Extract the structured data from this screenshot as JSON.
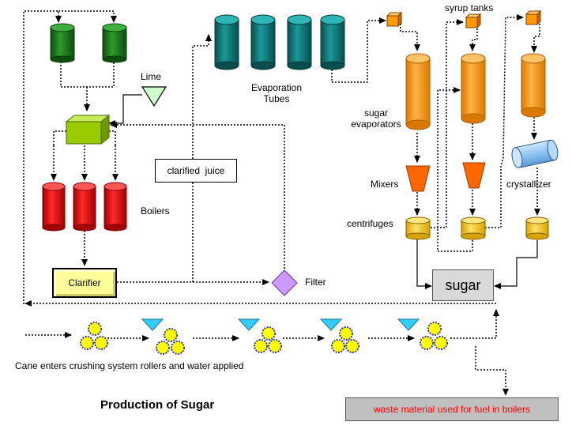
{
  "labels": {
    "lime": "Lime",
    "evaporation_line1": "Evaporation",
    "evaporation_line2": "Tubes",
    "syrup_tanks": "syrup tanks",
    "sugar_evap_line1": "sugar",
    "sugar_evap_line2": "evaporators",
    "mixers": "Mixers",
    "crystallizer": "crystallizer",
    "centrifuges": "centrifuges",
    "boilers": "Boilers",
    "clarified_juice": "clarified  juice",
    "clarifier": "Clarifier",
    "filter": "Filter",
    "sugar": "sugar",
    "cane_enters": "Cane enters crushing system rollers and water applied",
    "title": "Production of Sugar",
    "waste": "waste material used for fuel in boilers"
  },
  "colors": {
    "green_tank": "#1f7a1f",
    "teal_tube": "#0f7f7f",
    "lime_box": "#99cc00",
    "boiler_red": "#ff0000",
    "evaporator_orange": "#ff9900",
    "syrup_tank": "#ff9900",
    "mixer": "#ff6600",
    "centrifuge": "#ffcc00",
    "crystallizer": "#99ccff",
    "clarifier": "#ffff99",
    "filter": "#cc99ff",
    "roller": "#ffff00",
    "roller_edge": "#333399",
    "funnel": "#33ccff",
    "sugar_box": "#d9d9d9",
    "waste_box": "#c0c0c0",
    "waste_text": "#ff0000"
  }
}
